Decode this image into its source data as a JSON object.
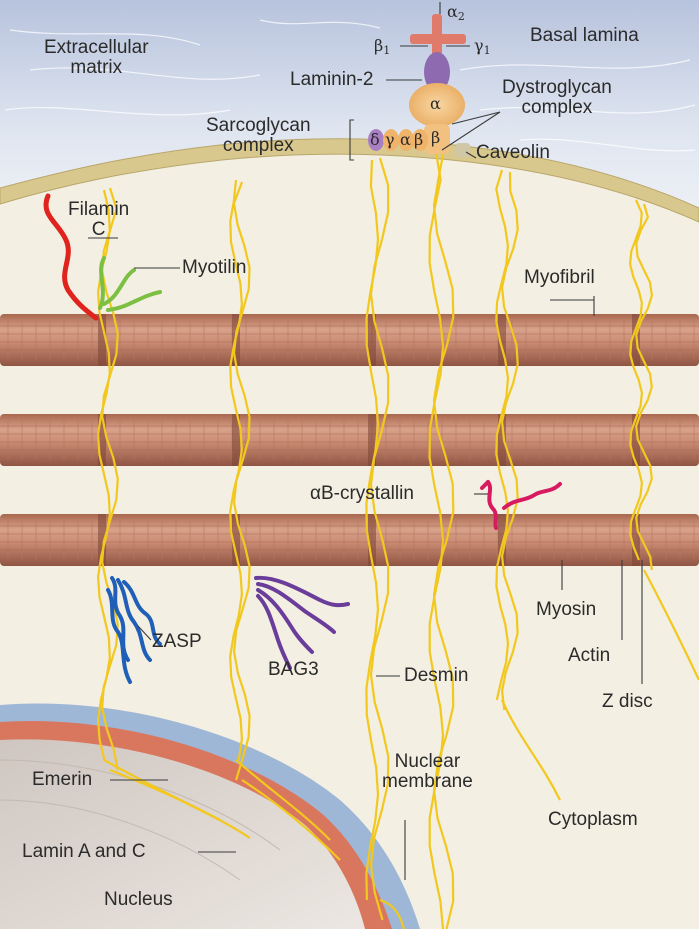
{
  "labels": {
    "extracellular_matrix": "Extracellular\nmatrix",
    "basal_lamina": "Basal lamina",
    "alpha2": "α",
    "alpha2_sub": "2",
    "beta1": "β",
    "beta1_sub": "1",
    "gamma1": "γ",
    "gamma1_sub": "1",
    "laminin2": "Laminin-2",
    "dystroglycan_complex": "Dystroglycan\ncomplex",
    "alpha": "α",
    "sarcoglycan_complex": "Sarcoglycan\ncomplex",
    "sarco_delta": "δ",
    "sarco_gamma": "γ",
    "sarco_alpha": "α",
    "sarco_beta": "β",
    "dystro_beta": "β",
    "caveolin": "Caveolin",
    "filamin_c": "Filamin\nC",
    "myotilin": "Myotilin",
    "myofibril": "Myofibril",
    "ab_crystallin": "αB-crystallin",
    "zasp": "ZASP",
    "bag3": "BAG3",
    "desmin": "Desmin",
    "myosin": "Myosin",
    "actin": "Actin",
    "z_disc": "Z disc",
    "nuclear_membrane": "Nuclear\nmembrane",
    "cytoplasm": "Cytoplasm",
    "emerin": "Emerin",
    "lamin_ac": "Lamin A and C",
    "nucleus": "Nucleus"
  },
  "colors": {
    "cytoplasm": "#f3efe2",
    "ecm_blue": "#c9d2e6",
    "sarcolemma": "#d7c68a",
    "myofibril": "#c98a72",
    "myofibril_dark": "#9a5e4c",
    "desmin": "#f2c81f",
    "filamin": "#e0231c",
    "myotilin": "#7bc043",
    "crystallin": "#d81b60",
    "zasp": "#1f5fb8",
    "bag3": "#6a3d9a",
    "laminin": "#e07a6b",
    "laminin_body": "#8e6bb0",
    "dystroglycan": "#f3b469",
    "nuclear_membrane": "#9fb7d6",
    "lamina": "#d9775e",
    "nucleus": "#e3dcd7"
  }
}
